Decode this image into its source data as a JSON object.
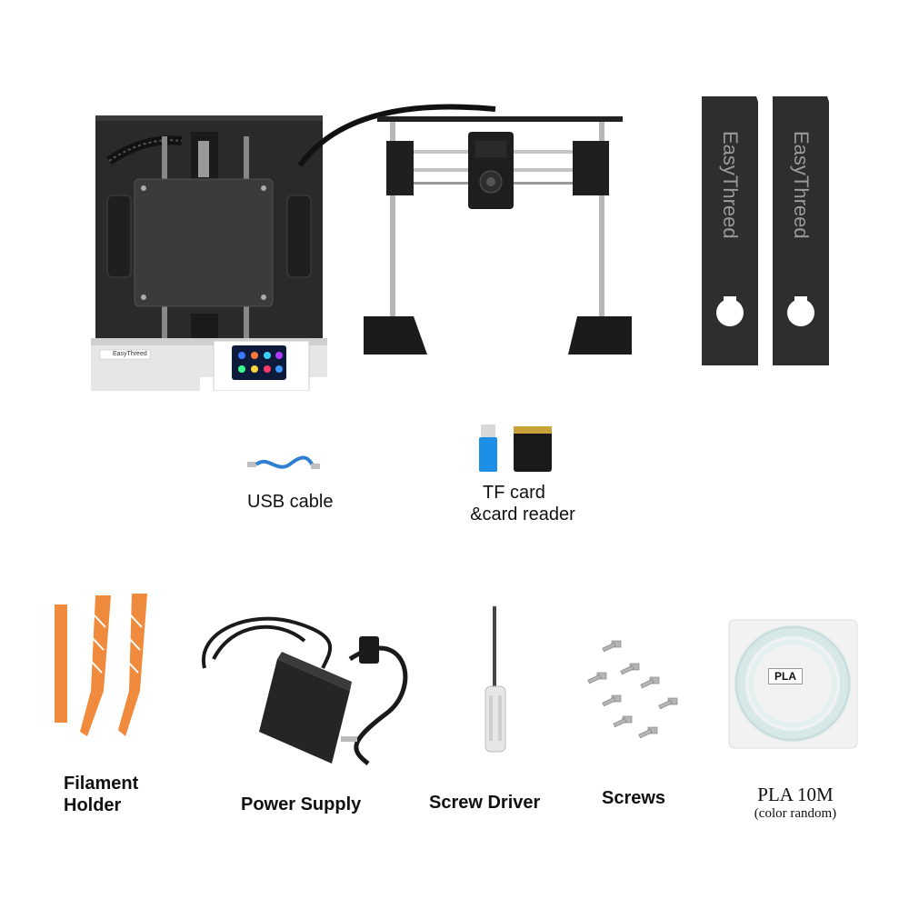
{
  "brand": {
    "name": "EasyThreed"
  },
  "labels": {
    "usb_cable": "USB cable",
    "tf_card_line1": "TF card",
    "tf_card_line2": "&card reader",
    "filament_line1": "Filament",
    "filament_line2": "Holder",
    "power_supply": "Power Supply",
    "screw_driver": "Screw Driver",
    "screws": "Screws",
    "pla_line1": "PLA 10M",
    "pla_line2": "(color random)",
    "pla_tag": "PLA"
  },
  "colors": {
    "printer_body": "#2b2b2b",
    "plate": "#3a3a3a",
    "panel_silver": "#e8e8e8",
    "filament_holder": "#f08a3c",
    "usb_blue": "#2f7fd0",
    "card_reader_blue": "#1e8fe6",
    "tf_card_black": "#1a1a1a",
    "screwdriver_clear": "#e8e8e8",
    "screw_gray": "#b5b5b5"
  }
}
